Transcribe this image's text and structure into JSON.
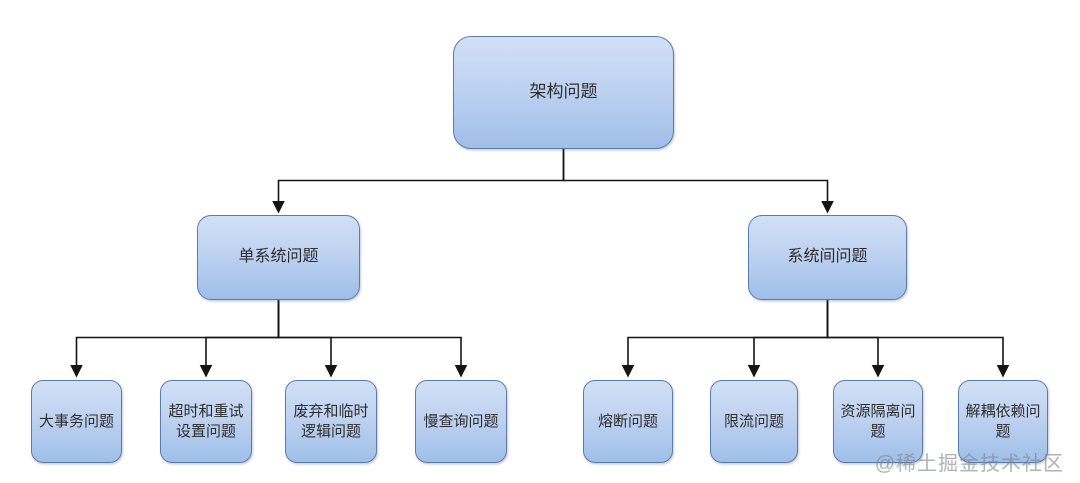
{
  "watermark": "@稀土掘金技术社区",
  "colors": {
    "node_fill_top": "#d1e0f6",
    "node_fill_bottom": "#9fbfe9",
    "node_border": "#5b7ca8",
    "connector": "#151515",
    "text": "#2d2d2d",
    "watermark_color": "#7d838e"
  },
  "nodes": {
    "root": "架构问题",
    "single_system": "单系统问题",
    "inter_system": "系统间问题",
    "big_transaction": "大事务问题",
    "timeout_retry": "超时和重试\n设置问题",
    "deprecated_temp_logic": "废弃和临时\n逻辑问题",
    "slow_query": "慢查询问题",
    "circuit_breaker": "熔断问题",
    "rate_limit": "限流问题",
    "resource_isolation": "资源隔离问\n题",
    "decouple_dependency": "解耦依赖问\n题"
  }
}
